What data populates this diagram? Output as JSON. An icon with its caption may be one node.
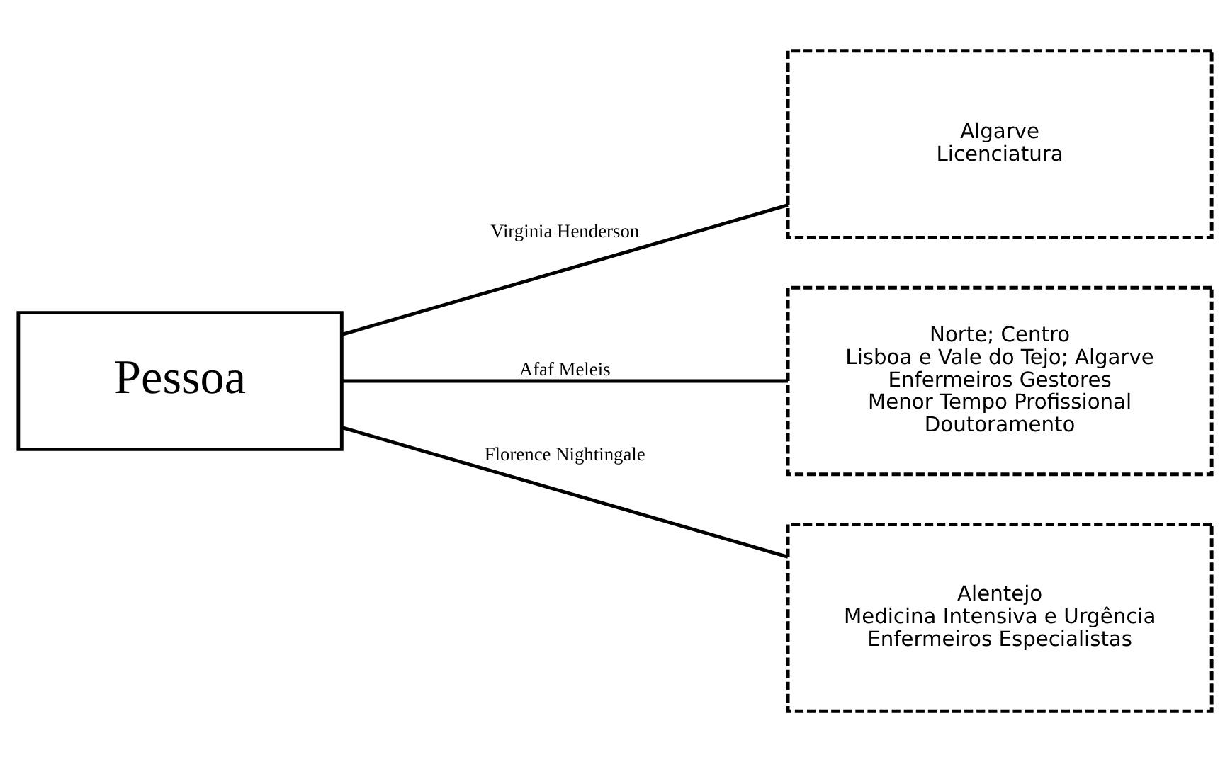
{
  "diagram": {
    "nodes": [
      {
        "text": [
          "Pessoa"
        ]
      },
      {
        "text": [
          "Algarve",
          "Licenciatura"
        ]
      },
      {
        "text": [
          "Norte; Centro",
          "Lisboa e Vale do Tejo; Algarve",
          "Enfermeiros Gestores",
          "Menor Tempo Profissional",
          "Doutoramento"
        ]
      },
      {
        "text": [
          "Alentejo",
          "Medicina Intensiva e Urgência",
          "Enfermeiros Especialistas"
        ]
      }
    ],
    "edges": [
      {
        "from": 0,
        "to": 1,
        "arrow": "none",
        "label": "Virginia Henderson"
      },
      {
        "from": 0,
        "to": 2,
        "arrow": "none",
        "label": "Afaf Meleis"
      },
      {
        "from": 0,
        "to": 3,
        "arrow": "none",
        "label": "Florence Nightingale"
      }
    ]
  }
}
